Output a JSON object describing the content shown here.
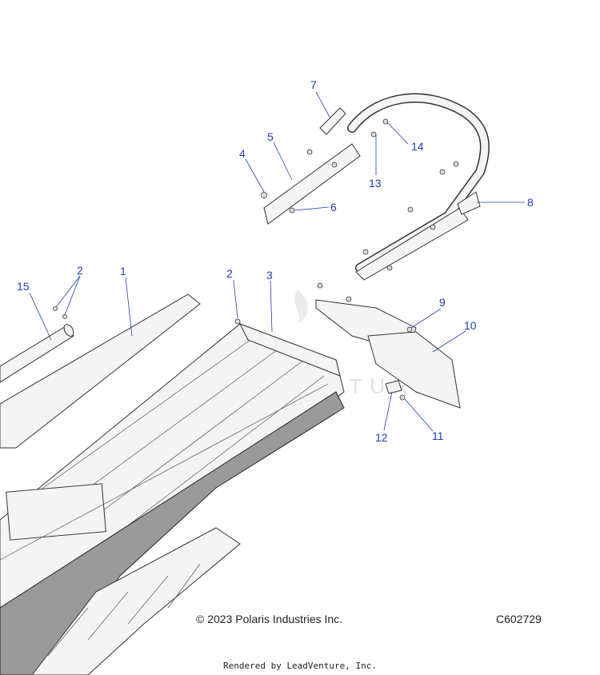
{
  "callouts": [
    {
      "id": "1",
      "label": "1"
    },
    {
      "id": "2a",
      "label": "2"
    },
    {
      "id": "2b",
      "label": "2"
    },
    {
      "id": "3",
      "label": "3"
    },
    {
      "id": "4",
      "label": "4"
    },
    {
      "id": "5",
      "label": "5"
    },
    {
      "id": "6",
      "label": "6"
    },
    {
      "id": "7",
      "label": "7"
    },
    {
      "id": "8",
      "label": "8"
    },
    {
      "id": "9",
      "label": "9"
    },
    {
      "id": "10",
      "label": "10"
    },
    {
      "id": "11",
      "label": "11"
    },
    {
      "id": "12",
      "label": "12"
    },
    {
      "id": "13",
      "label": "13"
    },
    {
      "id": "14",
      "label": "14"
    },
    {
      "id": "15",
      "label": "15"
    }
  ],
  "footer": {
    "copyright": "© 2023 Polaris Industries Inc.",
    "diagram_code": "C602729",
    "rendered_by": "Rendered by LeadVenture, Inc."
  },
  "watermark": {
    "text": "LEADVENTURE",
    "color": "#c9c9c9"
  },
  "colors": {
    "callout": "#1f3fb0",
    "line": "#333333"
  }
}
